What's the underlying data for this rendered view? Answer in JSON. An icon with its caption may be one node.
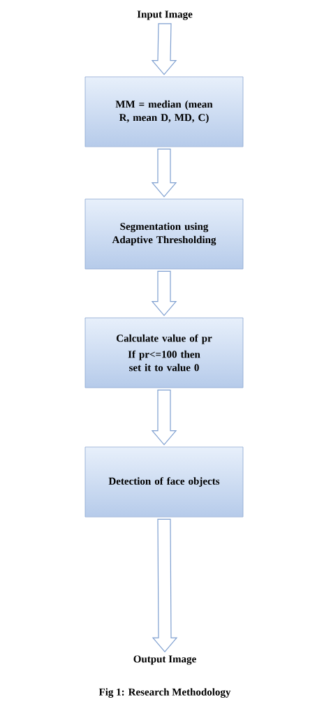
{
  "diagram": {
    "caption": "Fig 1: Research Methodology",
    "nodes": [
      {
        "text": [
          "Input Image"
        ]
      },
      {
        "text": [
          "MM = median (mean R, mean D, MD, C)"
        ]
      },
      {
        "text": [
          "Segmentation using Adaptive Thresholding"
        ]
      },
      {
        "text": [
          "Calculate value of pr",
          "If pr<=100 then set it to value 0"
        ]
      },
      {
        "text": [
          "Detection of face objects"
        ]
      },
      {
        "text": [
          "Output Image"
        ]
      }
    ],
    "edges": [
      {
        "from": 0,
        "to": 1,
        "arrow": "to"
      },
      {
        "from": 1,
        "to": 2,
        "arrow": "to"
      },
      {
        "from": 2,
        "to": 3,
        "arrow": "to"
      },
      {
        "from": 3,
        "to": 4,
        "arrow": "to"
      },
      {
        "from": 4,
        "to": 5,
        "arrow": "to"
      }
    ]
  }
}
